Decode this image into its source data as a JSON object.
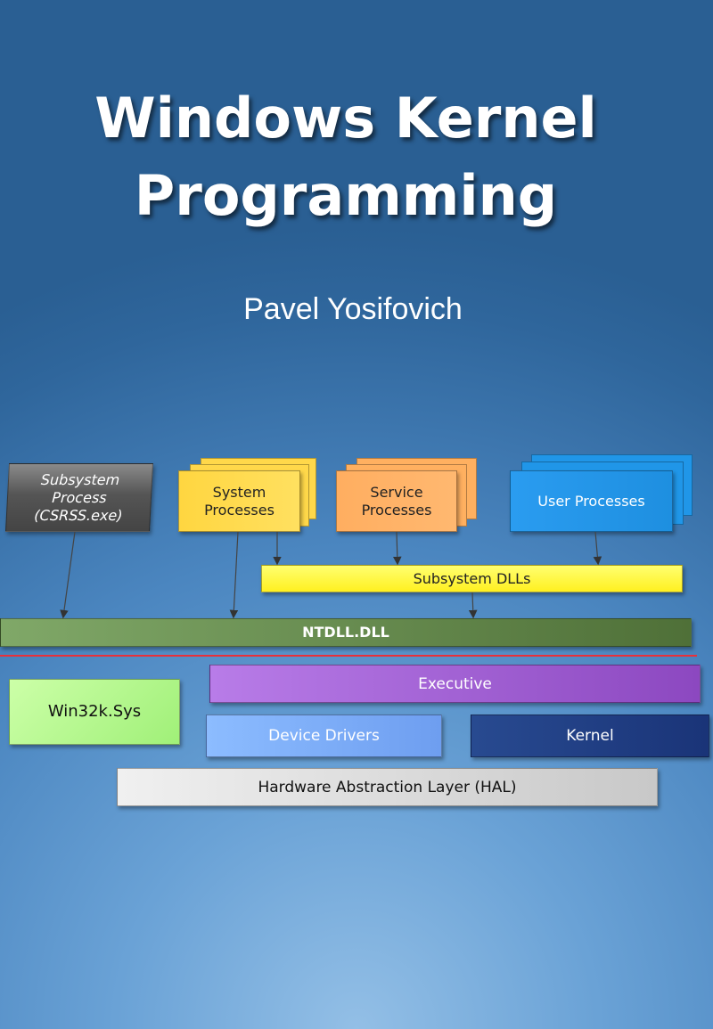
{
  "cover": {
    "title_line1": "Windows Kernel",
    "title_line2": "Programming",
    "author": "Pavel Yosifovich"
  },
  "diagram": {
    "csrss": "Subsystem Process (CSRSS.exe)",
    "system_processes": "System Processes",
    "service_processes": "Service Processes",
    "user_processes": "User Processes",
    "subsystem_dlls": "Subsystem DLLs",
    "ntdll": "NTDLL.DLL",
    "win32k": "Win32k.Sys",
    "executive": "Executive",
    "device_drivers": "Device Drivers",
    "kernel": "Kernel",
    "hal": "Hardware Abstraction Layer (HAL)"
  }
}
